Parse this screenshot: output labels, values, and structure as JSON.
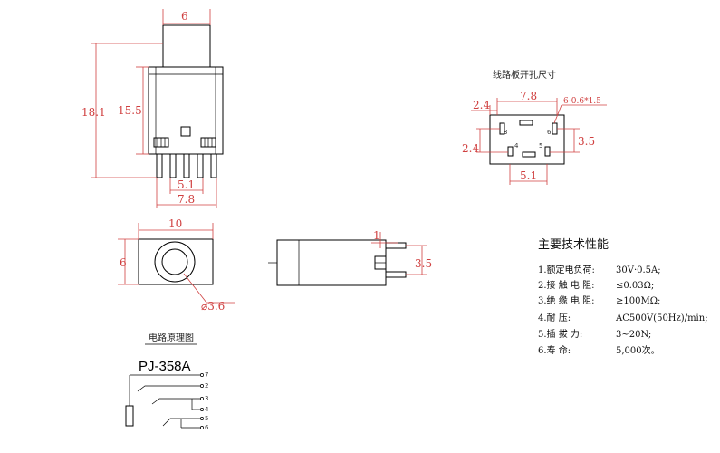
{
  "top_view": {
    "width_top": "6",
    "height_total": "18.1",
    "height_body": "15.5",
    "pin_pitch": "5.1",
    "pin_span": "7.8"
  },
  "pcb_layout": {
    "title": "线路板开孔尺寸",
    "width": "7.8",
    "left_offset": "2.4",
    "left_height": "2.4",
    "right_height": "3.5",
    "bottom_pitch": "5.1",
    "hole_note": "6-0.6*1.5",
    "pins": [
      "3",
      "6",
      "4",
      "5"
    ]
  },
  "front_view": {
    "width": "10",
    "height": "6",
    "hole_dia": "⌀3.6"
  },
  "side_view": {
    "pin_gap": "1",
    "pin_pitch": "3.5"
  },
  "schematic": {
    "title": "电路原理图",
    "model": "PJ-358A",
    "pins": [
      "7",
      "2",
      "3",
      "4",
      "5",
      "6"
    ]
  },
  "specs": {
    "title": "主要技术性能",
    "items": [
      {
        "label": "1.额定电负荷:",
        "value": "30V·0.5A;"
      },
      {
        "label": "2.接 触 电 阻:",
        "value": "≤0.03Ω;"
      },
      {
        "label": "3.绝 缘 电 阻:",
        "value": "≥100MΩ;"
      },
      {
        "label": "4.耐         压:",
        "value": "AC500V(50Hz)/min;"
      },
      {
        "label": "5.插    拔    力:",
        "value": "3~20N;"
      },
      {
        "label": "6.寿         命:",
        "value": "5,000次。"
      }
    ]
  }
}
